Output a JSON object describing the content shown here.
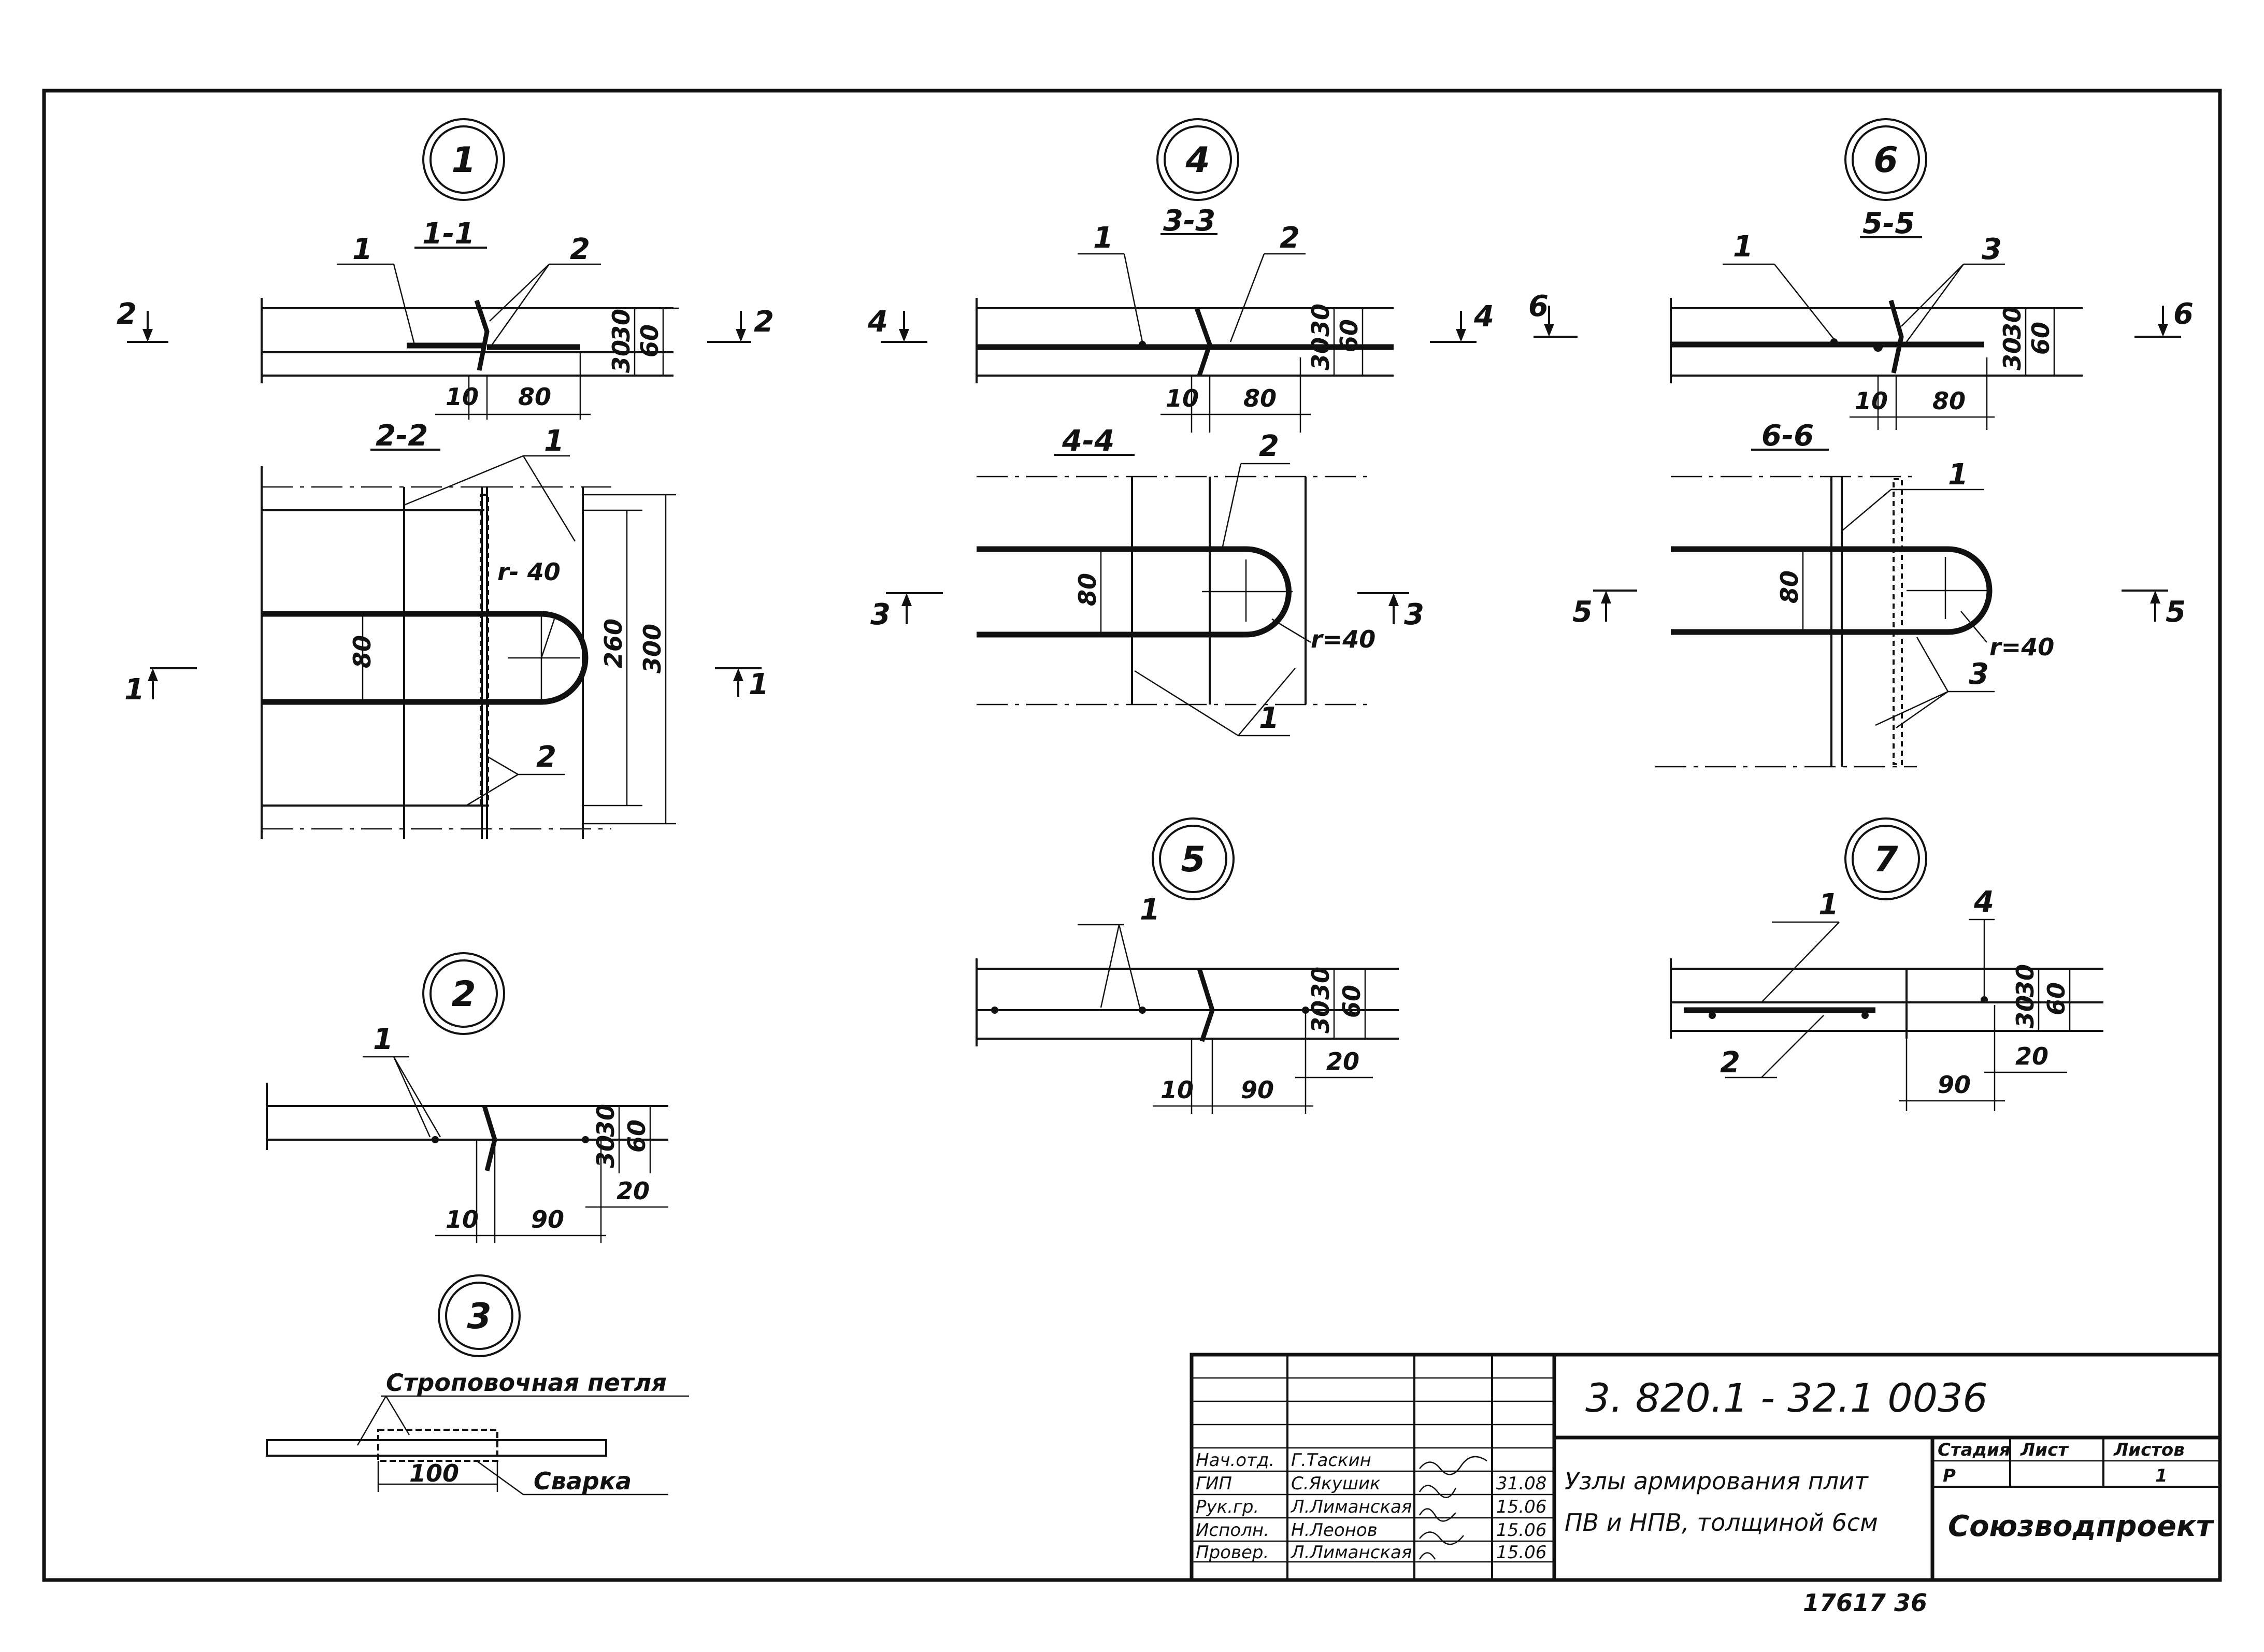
{
  "nodes": [
    {
      "number": "1",
      "sections": [
        "1-1",
        "2-2"
      ]
    },
    {
      "number": "2",
      "sections": []
    },
    {
      "number": "3",
      "sections": []
    },
    {
      "number": "4",
      "sections": [
        "3-3",
        "4-4"
      ]
    },
    {
      "number": "5",
      "sections": []
    },
    {
      "number": "6",
      "sections": [
        "5-5",
        "6-6"
      ]
    },
    {
      "number": "7",
      "sections": []
    }
  ],
  "labels": {
    "pos1": "1",
    "pos2": "2",
    "pos3": "3",
    "pos4": "4",
    "cut1": "1",
    "cut2": "2",
    "cut3": "3",
    "cut4": "4",
    "cut5": "5",
    "cut6": "6"
  },
  "dims": {
    "d10": "10",
    "d20": "20",
    "d30": "30",
    "d60": "60",
    "d80": "80",
    "d90": "90",
    "d100": "100",
    "d260": "260",
    "d300": "300",
    "r40a": "r- 40",
    "r40b": "r=40"
  },
  "notes": {
    "sling_loop": "Строповочная петля",
    "weld": "Сварка"
  },
  "title_block": {
    "code": "3. 820.1 - 32.1     0036",
    "title_line1": "Узлы армирования плит",
    "title_line2": "ПВ и НПВ, толщиной 6см",
    "org": "Союзводпроект",
    "stage_header": "Стадия",
    "sheet_header": "Лист",
    "sheets_header": "Листов",
    "stage": "Р",
    "sheet": "",
    "sheets": "1",
    "rows": [
      {
        "role": "Нач.отд.",
        "name": "Г.Таскин",
        "date": ""
      },
      {
        "role": "ГИП",
        "name": "С.Якушик",
        "date": "31.08"
      },
      {
        "role": "Рук.гр.",
        "name": "Л.Лиманская",
        "date": "15.06"
      },
      {
        "role": "Исполн.",
        "name": "Н.Леонов",
        "date": "15.06"
      },
      {
        "role": "Провер.",
        "name": "Л.Лиманская",
        "date": "15.06"
      }
    ]
  },
  "footer_number": "17617  36"
}
